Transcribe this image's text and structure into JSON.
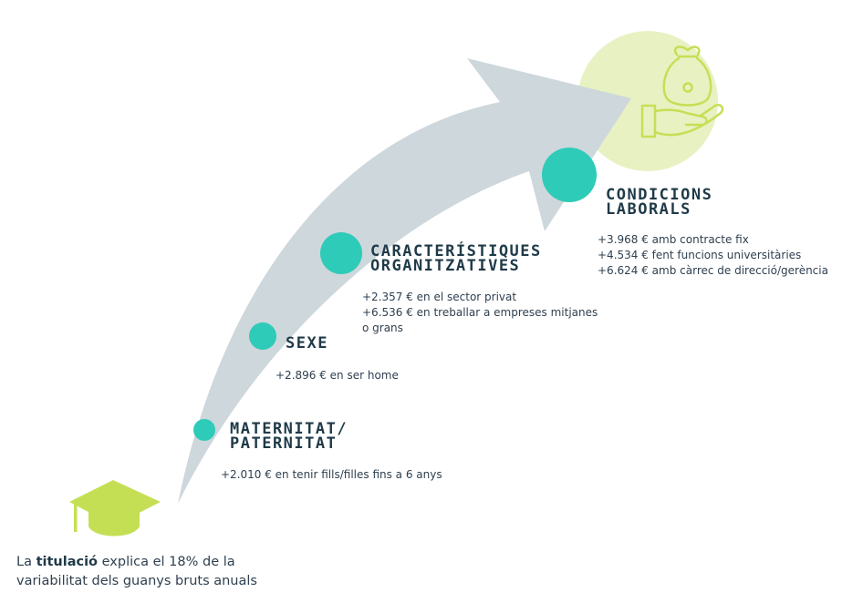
{
  "steps": [
    {
      "title_lines": [
        "MATERNITAT/",
        "PATERNITAT"
      ],
      "details": [
        "+2.010 € en tenir fills/filles fins a 6 anys"
      ]
    },
    {
      "title_lines": [
        "SEXE"
      ],
      "details": [
        "+2.896 € en ser home"
      ]
    },
    {
      "title_lines": [
        "CARACTERÍSTIQUES",
        "ORGANITZATIVES"
      ],
      "details": [
        "+2.357 € en el sector privat",
        "+6.536 € en treballar a empreses mitjanes",
        "o grans"
      ]
    },
    {
      "title_lines": [
        "CONDICIONS",
        "LABORALS"
      ],
      "details": [
        "+3.968 € amb contracte fix",
        "+4.534 € fent funcions universitàries",
        "+6.624 € amb càrrec de direcció/gerència"
      ]
    }
  ],
  "caption": {
    "prefix": "La ",
    "highlight": "titulació",
    "rest_line1": " explica el 18% de la",
    "line2": "variabilitat dels guanys bruts anuals"
  },
  "icons": {
    "start": "graduation-cap-icon",
    "goal": "hand-holding-money-bag-icon"
  },
  "colors": {
    "arrow": "#cdd7dc",
    "dot": "#2ecbb8",
    "goal_circle": "#e8f1c2",
    "cap": "#c5df55",
    "icon_line": "#c5df55",
    "title_text": "#1f3a48",
    "body_text": "#2f4050"
  }
}
